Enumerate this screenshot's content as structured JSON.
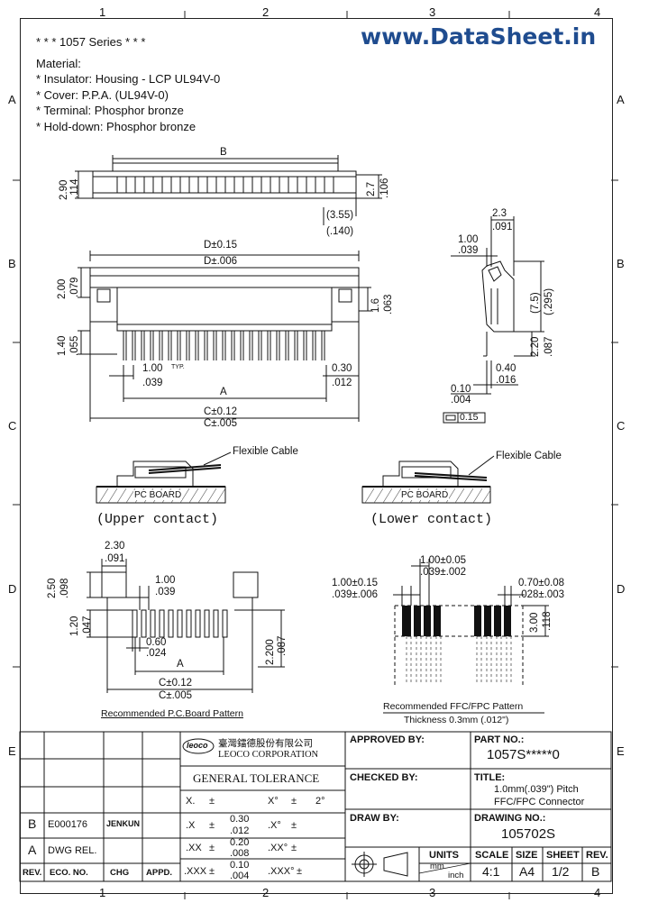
{
  "watermark": "www.DataSheet.in",
  "border": {
    "top_cols": [
      "1",
      "2",
      "3",
      "4"
    ],
    "bottom_cols": [
      "1",
      "2",
      "3",
      "4"
    ],
    "rows": [
      "A",
      "B",
      "C",
      "D",
      "E"
    ]
  },
  "notes": {
    "series": "* * * 1057 Series * * *",
    "material_title": "Material:",
    "items": [
      "* Insulator: Housing - LCP UL94V-0",
      "* Cover: P.P.A. (UL94V-0)",
      "* Terminal: Phosphor bronze",
      "* Hold-down: Phosphor bronze"
    ]
  },
  "top_view": {
    "dim_B": "B",
    "dim_290": "2.90",
    "dim_114": ".114",
    "dim_27": "2.7",
    "dim_106": ".106",
    "dim_355": "(3.55)",
    "dim_140": "(.140)"
  },
  "front_view": {
    "d_mm": "D±0.15",
    "d_in": "D±.006",
    "h1_mm": "2.00",
    "h1_in": ".079",
    "h2_mm": "1.6",
    "h2_in": ".063",
    "h3_mm": "1.40",
    "h3_in": ".055",
    "pitch_mm": "1.00",
    "pitch_typ": "TYP.",
    "pitch_in": ".039",
    "w_mm": "0.30",
    "w_in": ".012",
    "a": "A",
    "c_mm": "C±0.12",
    "c_in": "C±.005"
  },
  "side_view": {
    "t_mm": "2.3",
    "t_in": ".091",
    "a_mm": "1.00",
    "a_in": ".039",
    "h_mm": "(7.5)",
    "h_in": "(.295)",
    "b_mm": "2.20",
    "b_in": ".087",
    "c_mm": "0.40",
    "c_in": ".016",
    "d_mm": "0.10",
    "d_in": ".004",
    "flat": "0.15"
  },
  "contact": {
    "cable_label": "Flexible Cable",
    "board_label": "PC BOARD",
    "upper": "(Upper contact)",
    "lower": "(Lower contact)"
  },
  "pcb_pattern": {
    "p230": "2.30",
    "p091": ".091",
    "p250": "2.50",
    "p098": ".098",
    "p100": "1.00",
    "p039": ".039",
    "p120": "1.20",
    "p047": ".047",
    "p060": "0.60",
    "p024": ".024",
    "p2200": "2.200",
    "p087": ".087",
    "a": "A",
    "c_mm": "C±0.12",
    "c_in": "C±.005",
    "caption": "Recommended P.C.Board Pattern"
  },
  "ffc_pattern": {
    "pitch_mm": "1.00±0.05",
    "pitch_in": ".039±.002",
    "w_mm": "1.00±0.15",
    "w_in": ".039±.006",
    "g_mm": "0.70±0.08",
    "g_in": ".028±.003",
    "h_mm": "3.00",
    "h_in": ".118",
    "caption": "Recommended FFC/FPC Pattern",
    "thickness": "Thickness 0.3mm (.012\")"
  },
  "title_block": {
    "company_cn": "臺灣鐳德股份有限公司",
    "company_en": "LEOCO CORPORATION",
    "logo": "leoco",
    "general_tolerance": "GENERAL TOLERANCE",
    "tol_header": {
      "x": "X.",
      "pm": "±",
      "deg": "X°",
      "pm2": "±",
      "deg_val": "2°"
    },
    "tol_rows": [
      {
        "k": ".X",
        "pm": "±",
        "mm": "0.30",
        "in": ".012",
        "ang": ".X°",
        "angpm": "±"
      },
      {
        "k": ".XX",
        "pm": "±",
        "mm": "0.20",
        "in": ".008",
        "ang": ".XX°",
        "angpm": "±"
      },
      {
        "k": ".XXX",
        "pm": "±",
        "mm": "0.10",
        "in": ".004",
        "ang": ".XXX°",
        "angpm": "±"
      }
    ],
    "approved_by": "APPROVED BY:",
    "checked_by": "CHECKED BY:",
    "draw_by": "DRAW BY:",
    "part_no_label": "PART NO.:",
    "part_no": "1057S*****0",
    "title_label": "TITLE:",
    "title_line1": "1.0mm(.039\") Pitch",
    "title_line2": "FFC/FPC Connector",
    "drawing_no_label": "DRAWING NO.:",
    "drawing_no": "105702S",
    "units_label": "UNITS",
    "units_mm": "mm",
    "units_inch": "inch",
    "scale_label": "SCALE",
    "scale": "4:1",
    "size_label": "SIZE",
    "size": "A4",
    "sheet_label": "SHEET",
    "sheet": "1/2",
    "rev_label": "REV.",
    "rev": "B",
    "revisions": [
      {
        "rev": "B",
        "eco": "E000176",
        "chg": "JENKUN",
        "appd": ""
      },
      {
        "rev": "A",
        "eco": "DWG REL.",
        "chg": "",
        "appd": ""
      }
    ],
    "rev_headers": {
      "rev": "REV.",
      "eco": "ECO. NO.",
      "chg": "CHG",
      "appd": "APPD."
    }
  }
}
